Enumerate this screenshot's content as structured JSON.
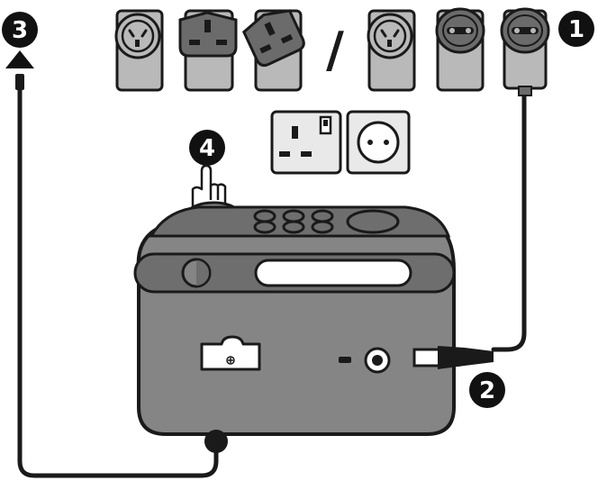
{
  "separator": "/",
  "steps": {
    "one": "1",
    "two": "2",
    "three": "3",
    "four": "4"
  },
  "colors": {
    "outline": "#1a1a1a",
    "radio_body": "#858585",
    "radio_panel": "#6e6e6e",
    "adapter_body": "#b9b9b9",
    "adapter_dark": "#6b6b6b",
    "socket_bg": "#e9e9e9",
    "step_badge": "#111111"
  },
  "icons": {
    "adapters": [
      "eu-adapter-icon",
      "uk-adapter-icon",
      "uk-rotated-adapter-icon",
      "eu-adapter-icon",
      "eu-2pin-adapter-icon",
      "eu-2pin-adapter-icon"
    ],
    "sockets": [
      "uk-socket-icon",
      "eu-socket-icon"
    ],
    "hand": "pointing-hand-icon",
    "arrow": "up-arrow-icon"
  }
}
